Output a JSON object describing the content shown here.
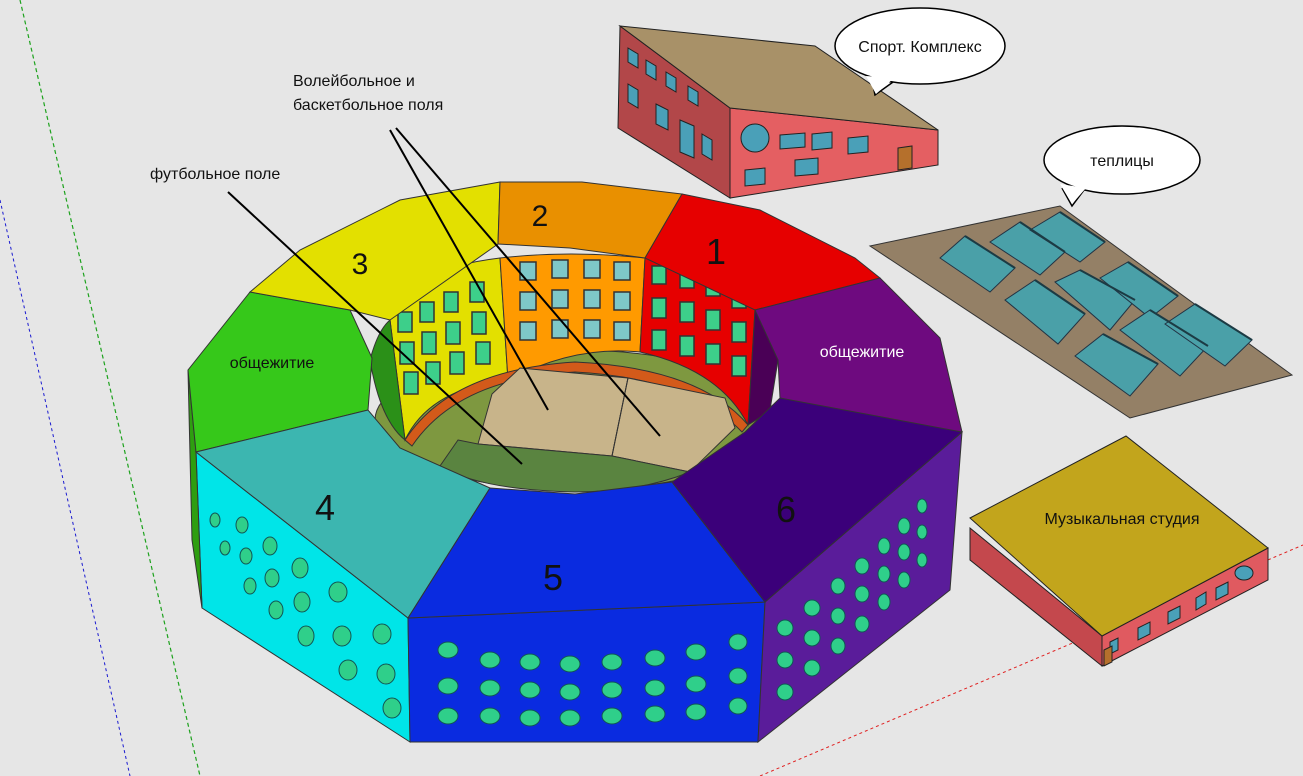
{
  "labels": {
    "sport_complex": "Спорт. Комплекс",
    "greenhouses": "теплицы",
    "music_studio": "Музыкальная студия",
    "volleyball_line1": "Волейбольное и",
    "volleyball_line2": "баскетбольное поля",
    "football_field": "футбольное поле",
    "dorm_left": "общежитие",
    "dorm_right": "общежитие"
  },
  "sections": [
    "1",
    "2",
    "3",
    "4",
    "5",
    "6"
  ],
  "colors": {
    "background": "#e6e6e6",
    "sec1": "#e60000",
    "sec2": "#e99000",
    "sec3": "#e3e000",
    "sec4": "#3cb6b0",
    "sec5": "#0a2be0",
    "sec6": "#3b007a",
    "dorm_left": "#36c81a",
    "dorm_right": "#6e0a7f",
    "sport_roof": "#a89168",
    "sport_wall": "#e45f62",
    "greenhouse_ground": "#948066",
    "greenhouse_panel": "#4aa0a8",
    "music_roof": "#c2a51c",
    "music_wall": "#e05a60",
    "field_green": "#5a8440",
    "court_tan": "#c8b48a"
  }
}
